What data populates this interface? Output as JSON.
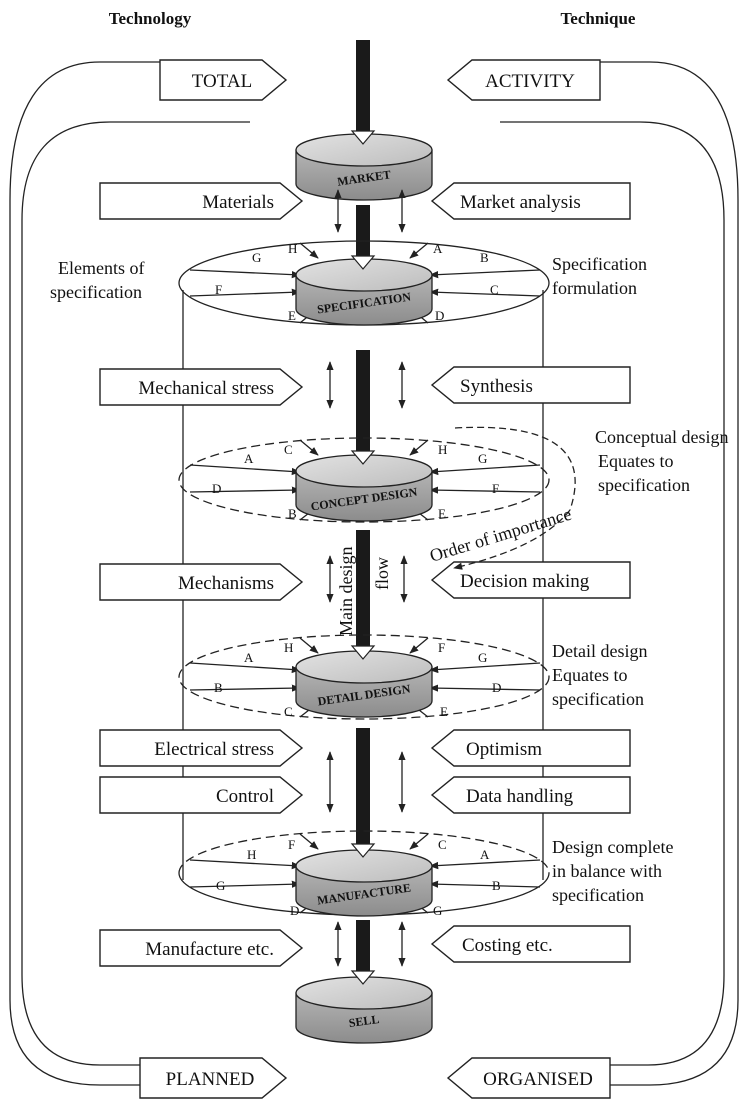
{
  "headers": {
    "left": "Technology",
    "right": "Technique"
  },
  "corners": {
    "top_left": "TOTAL",
    "top_right": "ACTIVITY",
    "bottom_left": "PLANNED",
    "bottom_right": "ORGANISED"
  },
  "stages": [
    {
      "id": "market",
      "label": "MARKET"
    },
    {
      "id": "specification",
      "label": "SPECIFICATION"
    },
    {
      "id": "concept",
      "label": "CONCEPT DESIGN"
    },
    {
      "id": "detail",
      "label": "DETAIL DESIGN"
    },
    {
      "id": "manufacture",
      "label": "MANUFACTURE"
    },
    {
      "id": "sell",
      "label": "SELL"
    }
  ],
  "left_boxes": [
    "Materials",
    "Mechanical stress",
    "Mechanisms",
    "Electrical stress",
    "Control",
    "Manufacture etc."
  ],
  "right_boxes": [
    "Market analysis",
    "Synthesis",
    "Decision making",
    "Optimism",
    "Data handling",
    "Costing etc."
  ],
  "side_labels": {
    "elements_of_spec": [
      "Elements of",
      "specification"
    ],
    "spec_formulation": [
      "Specification",
      "formulation"
    ],
    "conceptual_design": [
      "Conceptual design",
      "Equates to",
      "specification"
    ],
    "order_of_importance": "Order of importance",
    "main_design_flow": [
      "Main design",
      "flow"
    ],
    "detail_design_eq": [
      "Detail design",
      "Equates to",
      "specification"
    ],
    "design_complete": [
      "Design complete",
      "in balance with",
      "specification"
    ]
  },
  "ring_letters": {
    "specification": {
      "outer_left": [
        "G",
        "F"
      ],
      "outer_right": [
        "B",
        "C"
      ],
      "inner_left": [
        "H",
        "E"
      ],
      "inner_right": [
        "A",
        "D"
      ]
    },
    "concept": {
      "outer_left": [
        "A",
        "D"
      ],
      "outer_right": [
        "G",
        "F"
      ],
      "inner_left": [
        "C",
        "B"
      ],
      "inner_right": [
        "H",
        "E"
      ]
    },
    "detail": {
      "outer_left": [
        "A",
        "B"
      ],
      "outer_right": [
        "G",
        "D"
      ],
      "inner_left": [
        "H",
        "C"
      ],
      "inner_right": [
        "F",
        "E"
      ]
    },
    "manufacture": {
      "outer_left": [
        "H",
        "G"
      ],
      "outer_right": [
        "A",
        "B"
      ],
      "inner_left": [
        "F",
        "D"
      ],
      "inner_right": [
        "C",
        "G"
      ]
    }
  }
}
